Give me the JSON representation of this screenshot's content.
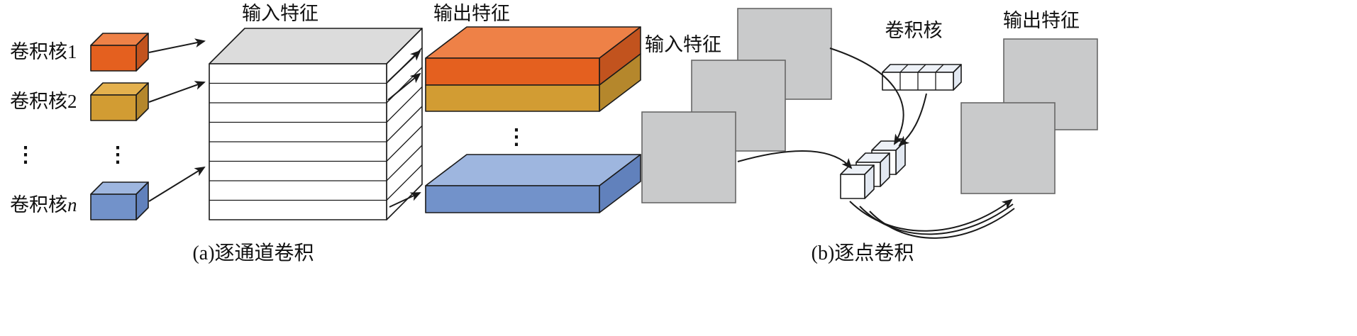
{
  "panel_a": {
    "caption": "(a)逐通道卷积",
    "labels": {
      "input": "输入特征",
      "output": "输出特征",
      "kernel1": "卷积核1",
      "kernel2": "卷积核2",
      "kernel_n_prefix": "卷积核",
      "kernel_n_var": "n",
      "ellipsis": "⋮"
    }
  },
  "panel_b": {
    "caption": "(b)逐点卷积",
    "labels": {
      "input": "输入特征",
      "kernel": "卷积核",
      "output": "输出特征"
    }
  },
  "colors": {
    "orange_top": "#EE8147",
    "orange_front": "#E4601F",
    "orange_side": "#C2531E",
    "gold_top": "#E4B14E",
    "gold_front": "#D29C33",
    "gold_side": "#B5872C",
    "blue_top": "#9EB6DF",
    "blue_front": "#7292CA",
    "blue_side": "#6181BC",
    "gray_square": "#C9CACB",
    "stack_top": "#DCDCDC",
    "cube_top": "#EDF1F7",
    "cube_side": "#E2E8F1"
  }
}
